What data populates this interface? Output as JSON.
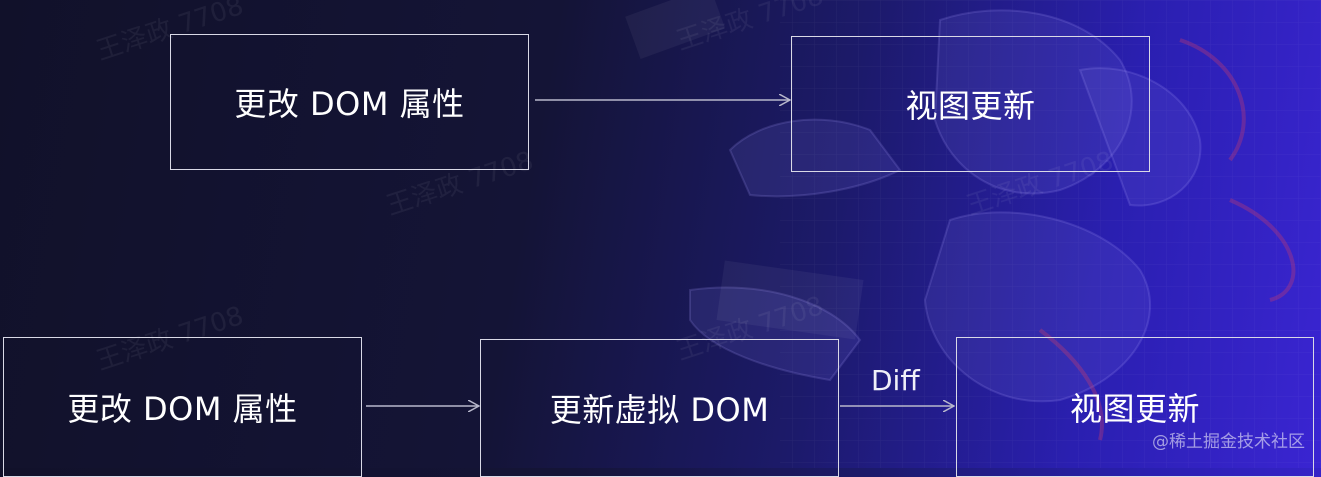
{
  "row1": {
    "box_change": "更改 DOM 属性",
    "box_view": "视图更新"
  },
  "row2": {
    "box_change": "更改 DOM 属性",
    "box_virtual": "更新虚拟 DOM",
    "edge_label": "Diff",
    "box_view": "视图更新"
  },
  "watermark": "@稀土掘金技术社区",
  "colors": {
    "background_left": "#11112a",
    "background_right": "#3a25d2",
    "box_border": "#d9d9e6",
    "arrow": "#b8b8cc"
  }
}
